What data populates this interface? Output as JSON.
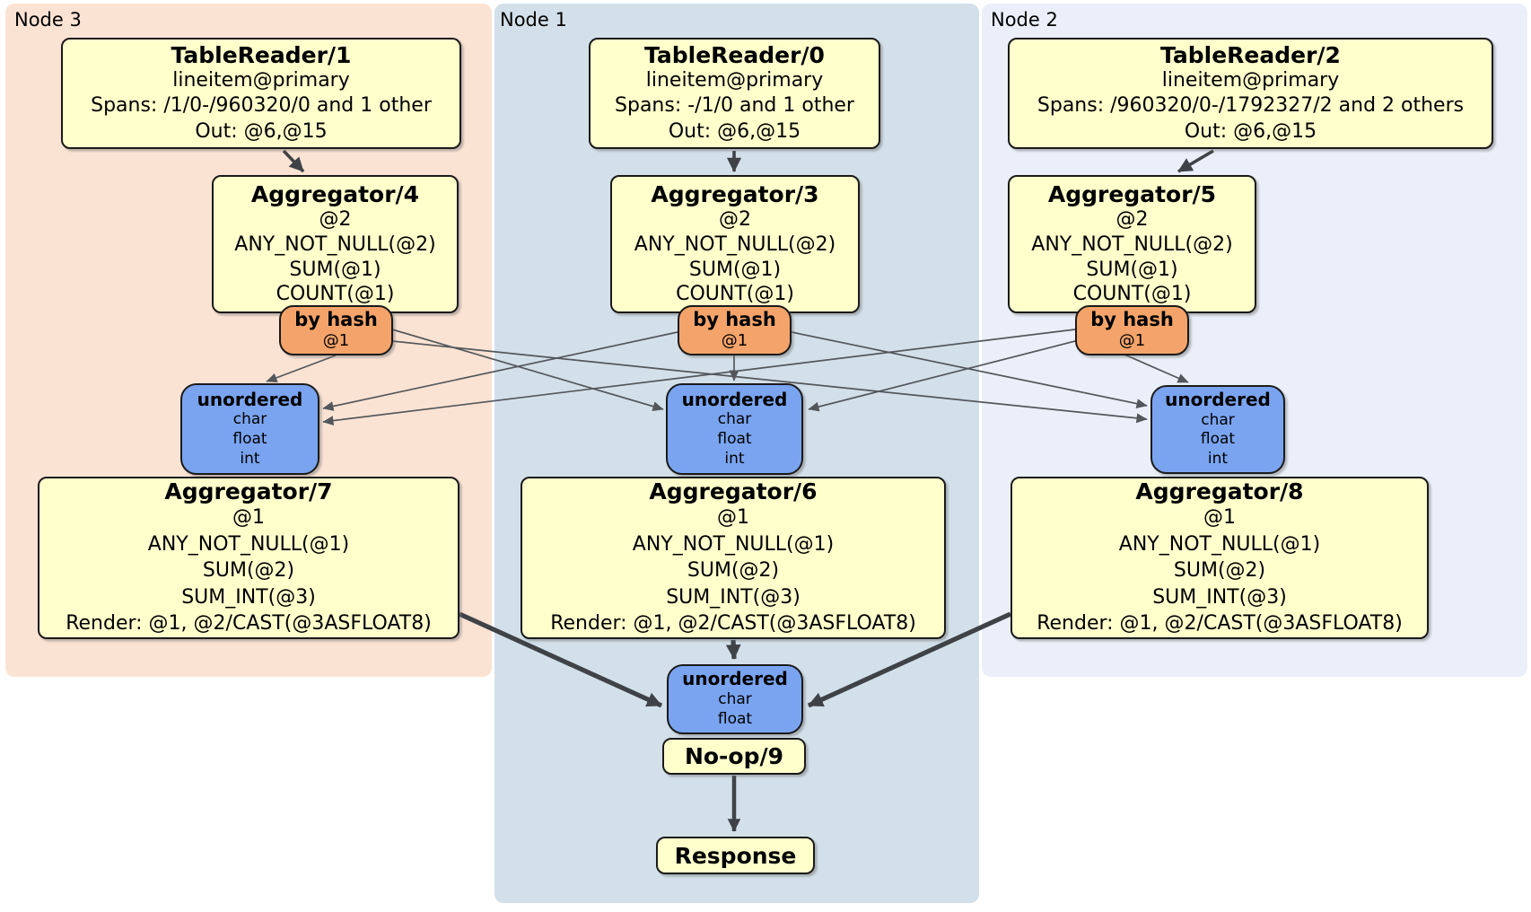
{
  "regions": {
    "node3": {
      "label": "Node 3"
    },
    "node1": {
      "label": "Node 1"
    },
    "node2": {
      "label": "Node 2"
    }
  },
  "processors": {
    "tr1": {
      "title": "TableReader/1",
      "lines": [
        "lineitem@primary",
        "Spans: /1/0-/960320/0 and 1 other",
        "Out: @6,@15"
      ]
    },
    "tr0": {
      "title": "TableReader/0",
      "lines": [
        "lineitem@primary",
        "Spans: -/1/0 and 1 other",
        "Out: @6,@15"
      ]
    },
    "tr2": {
      "title": "TableReader/2",
      "lines": [
        "lineitem@primary",
        "Spans: /960320/0-/1792327/2 and 2 others",
        "Out: @6,@15"
      ]
    },
    "agg4": {
      "title": "Aggregator/4",
      "lines": [
        "@2",
        "ANY_NOT_NULL(@2)",
        "SUM(@1)",
        "COUNT(@1)"
      ]
    },
    "agg3": {
      "title": "Aggregator/3",
      "lines": [
        "@2",
        "ANY_NOT_NULL(@2)",
        "SUM(@1)",
        "COUNT(@1)"
      ]
    },
    "agg5": {
      "title": "Aggregator/5",
      "lines": [
        "@2",
        "ANY_NOT_NULL(@2)",
        "SUM(@1)",
        "COUNT(@1)"
      ]
    },
    "agg7": {
      "title": "Aggregator/7",
      "lines": [
        "@1",
        "ANY_NOT_NULL(@1)",
        "SUM(@2)",
        "SUM_INT(@3)",
        "Render: @1, @2/CAST(@3ASFLOAT8)"
      ]
    },
    "agg6": {
      "title": "Aggregator/6",
      "lines": [
        "@1",
        "ANY_NOT_NULL(@1)",
        "SUM(@2)",
        "SUM_INT(@3)",
        "Render: @1, @2/CAST(@3ASFLOAT8)"
      ]
    },
    "agg8": {
      "title": "Aggregator/8",
      "lines": [
        "@1",
        "ANY_NOT_NULL(@1)",
        "SUM(@2)",
        "SUM_INT(@3)",
        "Render: @1, @2/CAST(@3ASFLOAT8)"
      ]
    },
    "noop": {
      "title": "No-op/9"
    },
    "response": {
      "title": "Response"
    }
  },
  "routers": {
    "hash_left": {
      "title": "by hash",
      "lines": [
        "@1"
      ]
    },
    "hash_mid": {
      "title": "by hash",
      "lines": [
        "@1"
      ]
    },
    "hash_right": {
      "title": "by hash",
      "lines": [
        "@1"
      ]
    }
  },
  "syncs": {
    "un_left": {
      "title": "unordered",
      "lines": [
        "char",
        "float",
        "int"
      ]
    },
    "un_mid": {
      "title": "unordered",
      "lines": [
        "char",
        "float",
        "int"
      ]
    },
    "un_right": {
      "title": "unordered",
      "lines": [
        "char",
        "float",
        "int"
      ]
    },
    "un_final": {
      "title": "unordered",
      "lines": [
        "char",
        "float"
      ]
    }
  },
  "colors": {
    "region_node3": "#fbe3d4",
    "region_node1": "#d3e0ea",
    "region_node2": "#eaeff9",
    "processor_fill": "#ffffcc",
    "router_fill": "#f4a46a",
    "sync_fill": "#7aa4f0",
    "edge_thin": "#53575b",
    "edge_thick": "#3f4347"
  }
}
